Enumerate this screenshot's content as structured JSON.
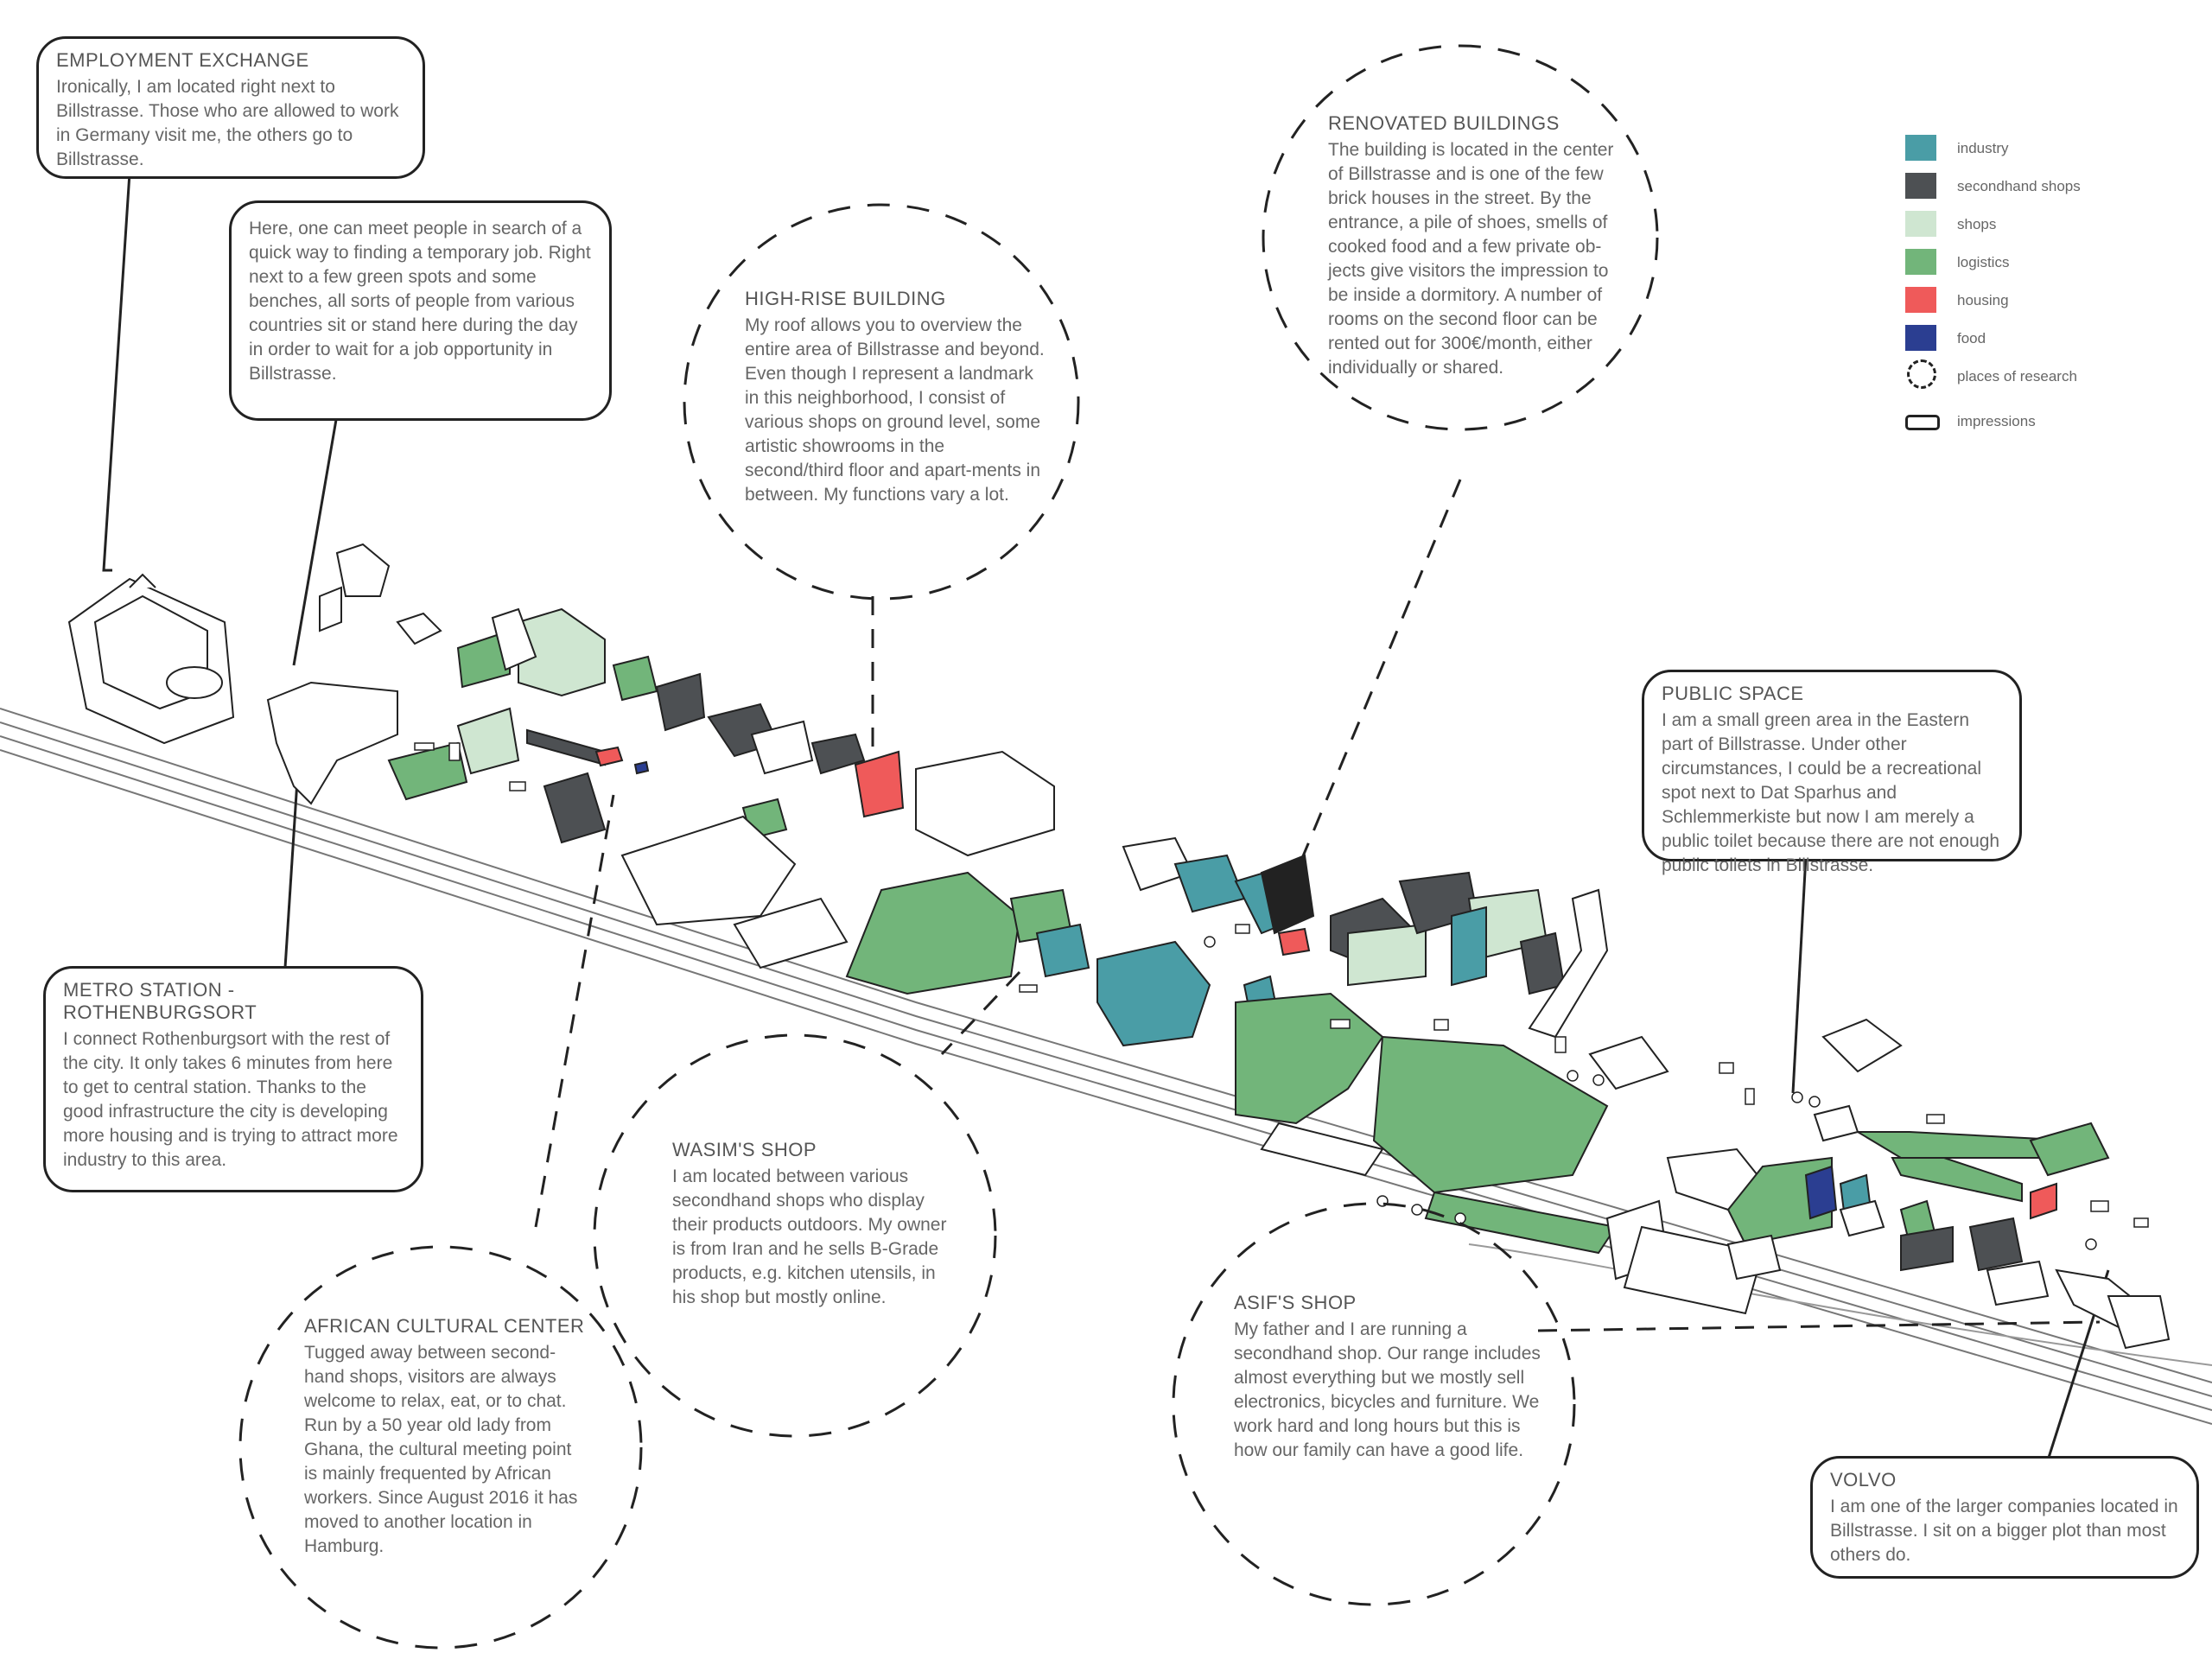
{
  "legend": {
    "items": [
      {
        "label": "industry",
        "color": "#4a9da6"
      },
      {
        "label": "secondhand shops",
        "color": "#4d5053"
      },
      {
        "label": "shops",
        "color": "#cfe6d1"
      },
      {
        "label": "logistics",
        "color": "#72b57a"
      },
      {
        "label": "housing",
        "color": "#ef5a5a"
      },
      {
        "label": "food",
        "color": "#2b3e91"
      }
    ],
    "places_label": "places of research",
    "impressions_label": "impressions"
  },
  "impressions": {
    "employment": {
      "title": "EMPLOYMENT EXCHANGE",
      "text": "Ironically, I am located right next to Billstrasse. Those who are allowed to work in Germany visit me, the others go to Billstrasse."
    },
    "job_spot": {
      "text": "Here, one can meet people in search of a quick way to finding a temporary job. Right next to a few green spots and some benches, all sorts of people from various countries sit or stand here during the day in order to wait for a job opportunity in Billstrasse."
    },
    "metro": {
      "title": "METRO STATION - ROTHENBURGSORT",
      "text": "I connect Rothenburgsort with the rest of the city. It only takes 6 minutes from here to get to central station. Thanks to the good infrastructure the city is developing more housing and is trying to attract more industry to this area."
    },
    "public_space": {
      "title": "PUBLIC SPACE",
      "text": "I am a small green area in the Eastern part of Billstrasse. Under other circumstances, I could be a recreational spot next to Dat Sparhus and Schlemmerkiste but now I am merely a public toilet because there are not enough public toilets in Billstrasse."
    },
    "volvo": {
      "title": "VOLVO",
      "text": "I am one of the larger companies located in Billstrasse. I sit on a bigger plot than most others do."
    }
  },
  "research": {
    "highrise": {
      "title": "HIGH-RISE BUILDING",
      "text": "My roof allows you to overview the entire area of Billstrasse and beyond. Even though I represent a landmark in this neighborhood, I consist of various shops on ground level, some artistic showrooms in the second/third floor and apart-ments in between. My functions vary a lot."
    },
    "renovated": {
      "title": "RENOVATED BUILDINGS",
      "text": "The building is located in the center of Billstrasse and is one of the few brick houses in the street. By the entrance, a pile of shoes, smells of cooked food and a few private ob-jects give visitors the impression to be inside a dormitory. A number of rooms on the second floor can be rented out for 300€/month, either individually or shared."
    },
    "wasim": {
      "title": "WASIM'S SHOP",
      "text": "I am located between various secondhand shops who display their products outdoors. My owner is from Iran and he sells B-Grade products, e.g. kitchen utensils, in his shop but mostly online."
    },
    "african": {
      "title": "AFRICAN CULTURAL CENTER",
      "text": "Tugged away between second-hand shops, visitors are always welcome to relax, eat, or to chat. Run by a 50 year old lady from Ghana, the cultural meeting point is mainly frequented by African workers. Since August 2016 it has moved to another location in Hamburg."
    },
    "asif": {
      "title": "ASIF'S SHOP",
      "text": "My father and I are running a secondhand shop. Our range includes almost everything but we mostly sell electronics, bicycles and furniture. We work hard and long hours but this is how our family can have a good life."
    }
  }
}
